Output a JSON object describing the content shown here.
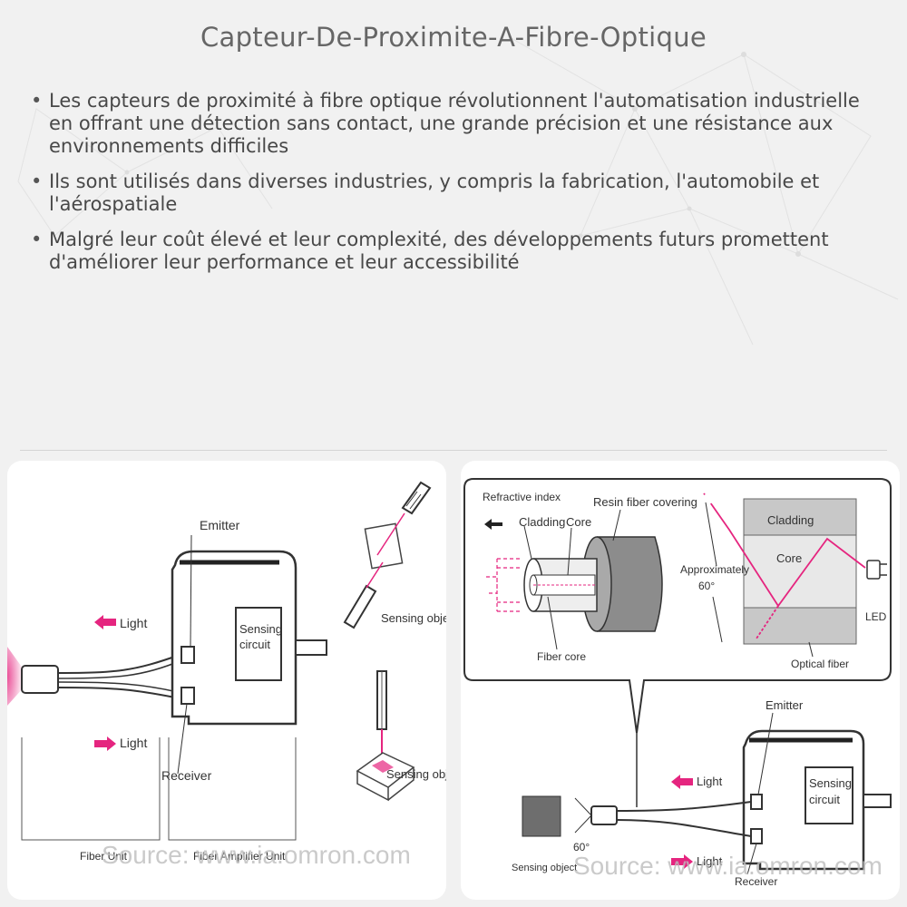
{
  "title": "Capteur-De-Proximite-A-Fibre-Optique",
  "bullets": [
    "Les capteurs de proximité à fibre optique révolutionnent l'automatisation industrielle en offrant une détection sans contact, une grande précision et une résistance aux environnements difficiles",
    "Ils sont utilisés dans diverses industries, y compris la fabrication, l'automobile et l'aérospatiale",
    "Malgré leur coût élevé et leur complexité, des développements futurs promettent d'améliorer leur performance et leur accessibilité"
  ],
  "left_diagram": {
    "emitter": "Emitter",
    "light_out": "Light",
    "light_in": "Light",
    "sensing_circuit_1": "Sensing",
    "sensing_circuit_2": "circuit",
    "receiver": "Receiver",
    "sensing_object_top": "Sensing object",
    "sensing_object_bottom": "Sensing object",
    "fiber_unit": "Fiber Unit",
    "fiber_amplifier_unit": "Fiber Amplifier Unit",
    "source": "Source: www.ia.omron.com"
  },
  "right_diagram": {
    "refractive_index": "Refractive index",
    "cladding": "Cladding",
    "core": "Core",
    "resin_fiber_covering": "Resin fiber covering",
    "fiber_core": "Fiber core",
    "approximately": "Approximately",
    "angle": "60°",
    "cladding_2": "Cladding",
    "core_2": "Core",
    "led": "LED",
    "optical_fiber": "Optical fiber",
    "emitter": "Emitter",
    "light_out": "Light",
    "light_in": "Light",
    "sensing_circuit_1": "Sensing",
    "sensing_circuit_2": "circuit",
    "receiver": "Receiver",
    "sensing_object": "Sensing object",
    "angle_2": "60°",
    "source": "Source: www.ia.omron.com"
  },
  "colors": {
    "accent": "#e5257f",
    "ink": "#333333",
    "background": "#f1f1f1"
  }
}
